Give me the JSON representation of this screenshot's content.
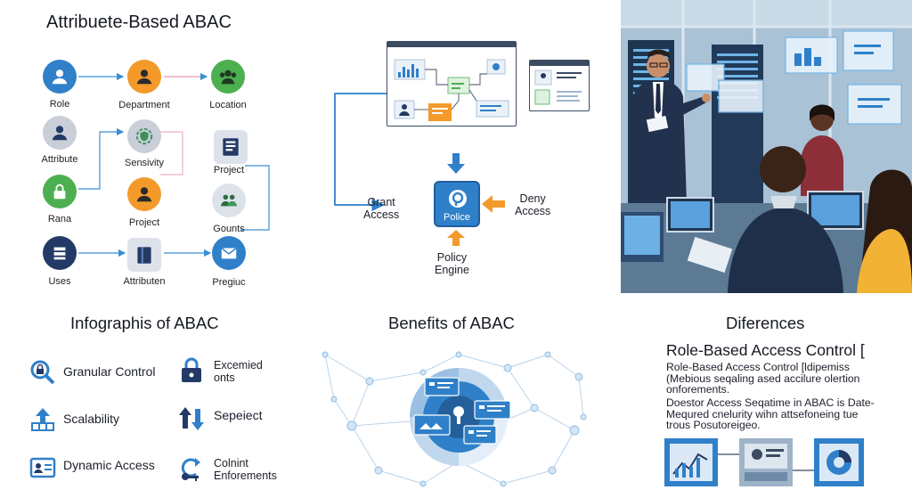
{
  "diagram": {
    "title": "Attribuete-Based ABAC",
    "nodes": {
      "role": "Role",
      "department": "Department",
      "location": "Location",
      "attribute": "Attribute",
      "sensitivity": "Sensivity",
      "project_right": "Project",
      "rana": "Rana",
      "project_center": "Project",
      "gounts": "Gounts",
      "uses": "Uses",
      "attributen": "Attributen",
      "pregiuc": "Pregiuc"
    }
  },
  "policy": {
    "grant": "Grant\nAccess",
    "deny": "Deny\nAccess",
    "engine_box": "Police",
    "engine_label": "Policy\nEngine"
  },
  "infographics": {
    "title": "Infographis of ABAC",
    "items": [
      {
        "label": "Granular Control",
        "icon": "search-lock-icon"
      },
      {
        "label": "Excemied\nonts",
        "icon": "lock-icon"
      },
      {
        "label": "Scalability",
        "icon": "scale-up-icon"
      },
      {
        "label": "Sepeiect",
        "icon": "swap-arrows-icon"
      },
      {
        "label": "Dynamic Access",
        "icon": "id-card-icon"
      },
      {
        "label": "Colnint\nEnforements",
        "icon": "key-arrow-icon"
      }
    ]
  },
  "benefits": {
    "title": "Benefits of ABAC"
  },
  "differences": {
    "title": "Diferences",
    "heading": "Role-Based Access Control [",
    "para1": "Role-Based Access Control [ldipemiss\n(Mebious seqaling ased accilure olertion\nonforements.",
    "para2": "Doestor Access Seqatime in ABAC is Date-\nMequred cnelurity wihn attsefoneing tue\ntrous Posutoreigeo."
  },
  "colors": {
    "accent_blue": "#2f80c9",
    "orange": "#f39a2b",
    "green": "#4caf50",
    "navy": "#233a66",
    "grey": "#c9ced8"
  }
}
